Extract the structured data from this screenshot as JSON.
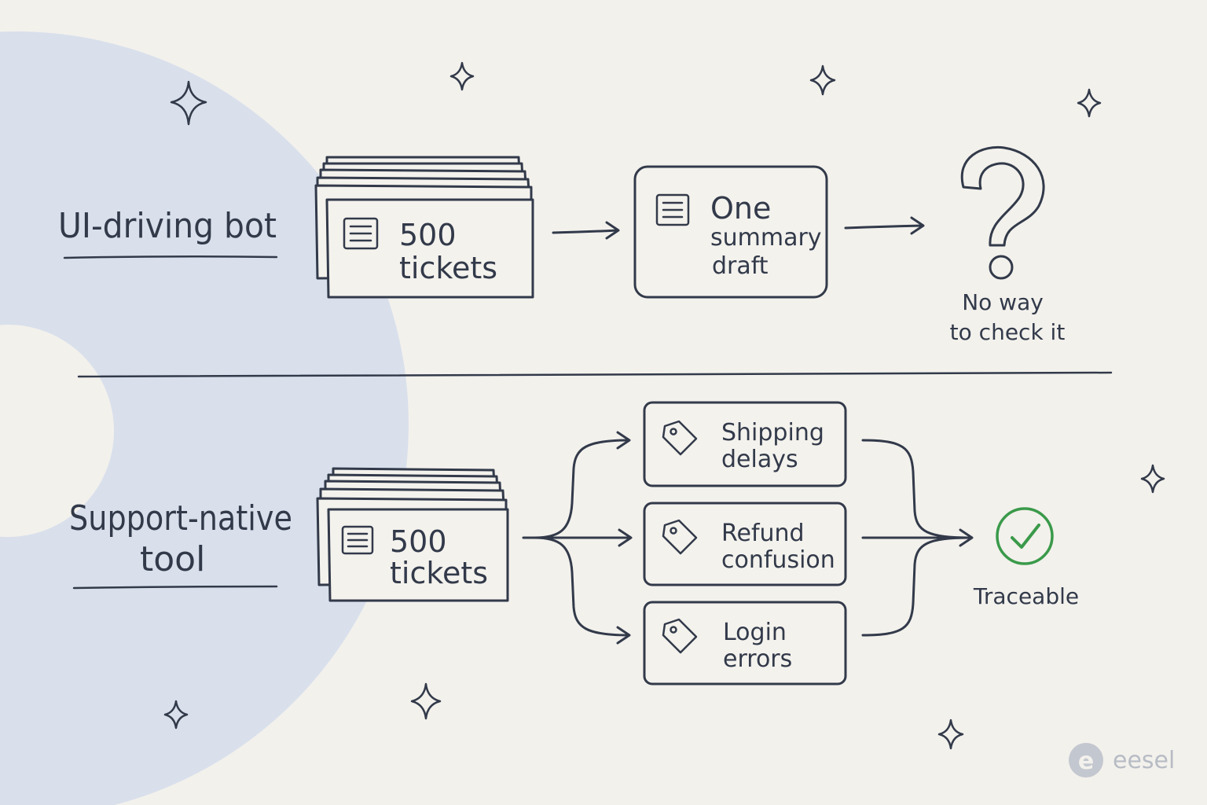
{
  "rows": {
    "top": {
      "label": "UI-driving bot",
      "input": {
        "count": "500",
        "unit": "tickets"
      },
      "output": {
        "line1": "One",
        "line2": "summary",
        "line3": "draft"
      },
      "result": {
        "line1": "No way",
        "line2": "to check it"
      }
    },
    "bottom": {
      "label_line1": "Support-native",
      "label_line2": "tool",
      "input": {
        "count": "500",
        "unit": "tickets"
      },
      "clusters": [
        {
          "line1": "Shipping",
          "line2": "delays"
        },
        {
          "line1": "Refund",
          "line2": "confusion"
        },
        {
          "line1": "Login",
          "line2": "errors"
        }
      ],
      "result": {
        "label": "Traceable"
      }
    }
  },
  "brand": {
    "name": "eesel",
    "mark": "e"
  },
  "colors": {
    "background": "#f3f1ec",
    "circle": "#d9e0ec",
    "ink": "#323a4a",
    "check": "#3a9a4a",
    "logo": "#b7bcc5"
  }
}
